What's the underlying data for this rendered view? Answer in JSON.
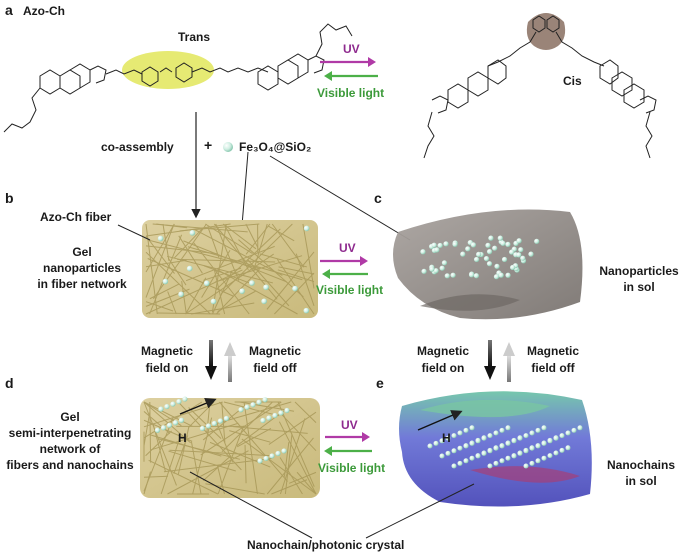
{
  "panels": [
    "a",
    "b",
    "c",
    "d",
    "e"
  ],
  "labels": {
    "compound": "Azo-Ch",
    "trans": "Trans",
    "cis": "Cis",
    "uv": "UV",
    "visible_light": "Visible light",
    "co_assembly": "co-assembly",
    "plus": "+",
    "particle": "Fe₃O₄@SiO₂",
    "fiber": "Azo-Ch fiber",
    "gel_np": [
      "Gel",
      "nanoparticles",
      "in fiber network"
    ],
    "np_sol": [
      "Nanoparticles",
      "in sol"
    ],
    "field_on": [
      "Magnetic",
      "field on"
    ],
    "field_off": [
      "Magnetic",
      "field off"
    ],
    "gel_semi": [
      "Gel",
      "semi-interpenetrating",
      "network of",
      "fibers and nanochains"
    ],
    "h": "H",
    "nanochains_sol": [
      "Nanochains",
      "in sol"
    ],
    "photonic": "Nanochain/photonic crystal"
  },
  "colors": {
    "uv_arrow": "#b03aa6",
    "visible_arrow": "#4cb048",
    "fiber_bg": "#cdbf86",
    "trans_highlight": "#e6ea73",
    "cis_highlight": "#9a8478",
    "sol_gray": "#8f8985",
    "sol_blue": "#5a63c9",
    "particle": "#d6f2e6"
  }
}
